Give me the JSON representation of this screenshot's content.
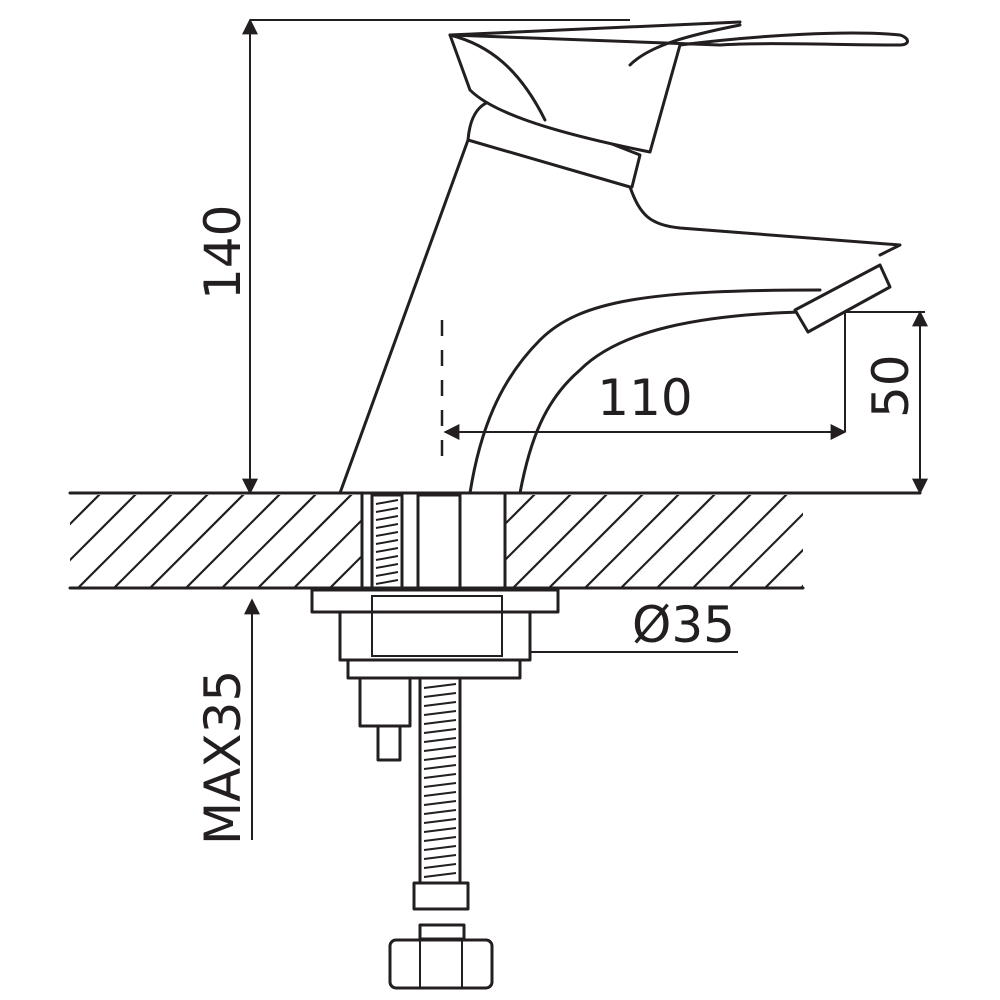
{
  "dimensions": {
    "height_total": "140",
    "spout_reach": "110",
    "spout_height": "50",
    "base_diameter": "Ø35",
    "max_thickness": "MAX35"
  },
  "colors": {
    "line": "#231f20",
    "background": "#ffffff"
  }
}
